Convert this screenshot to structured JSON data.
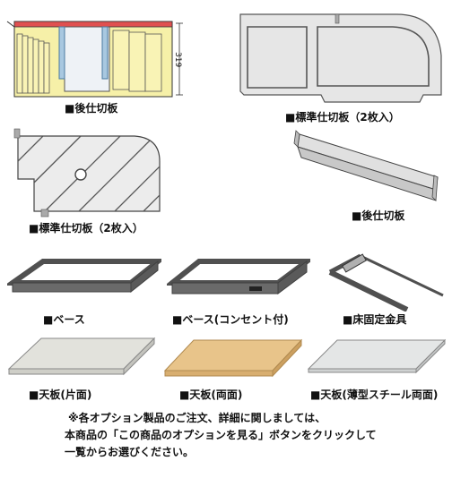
{
  "captions": {
    "back_panel_cabinet": "■後仕切板",
    "standard_panel_top": "■標準仕切板（2枚入）",
    "standard_panel_diag": "■標準仕切板（2枚入）",
    "back_panel_side": "■後仕切板",
    "base": "■ベース",
    "base_outlet": "■ベース(コンセント付)",
    "floor_fitting": "■床固定金具",
    "top_single": "■天板(片面)",
    "top_double": "■天板(両面)",
    "top_steel": "■天板(薄型スチール両面)"
  },
  "dimension_label": "319",
  "note": {
    "line1": "※各オプション製品のご注文、詳細に関しましては、",
    "line2": "本商品の「この商品のオプションを見る」ボタンをクリックして",
    "line3": "一覧からお選びください。"
  },
  "colors": {
    "cabinet_fill": "#f6f0a8",
    "panel_blue": "#a8c8e0",
    "panel_red": "#e05050",
    "steel_gray": "#d9d9d9",
    "frame_dark": "#505050",
    "wood": "#e8c48a"
  }
}
